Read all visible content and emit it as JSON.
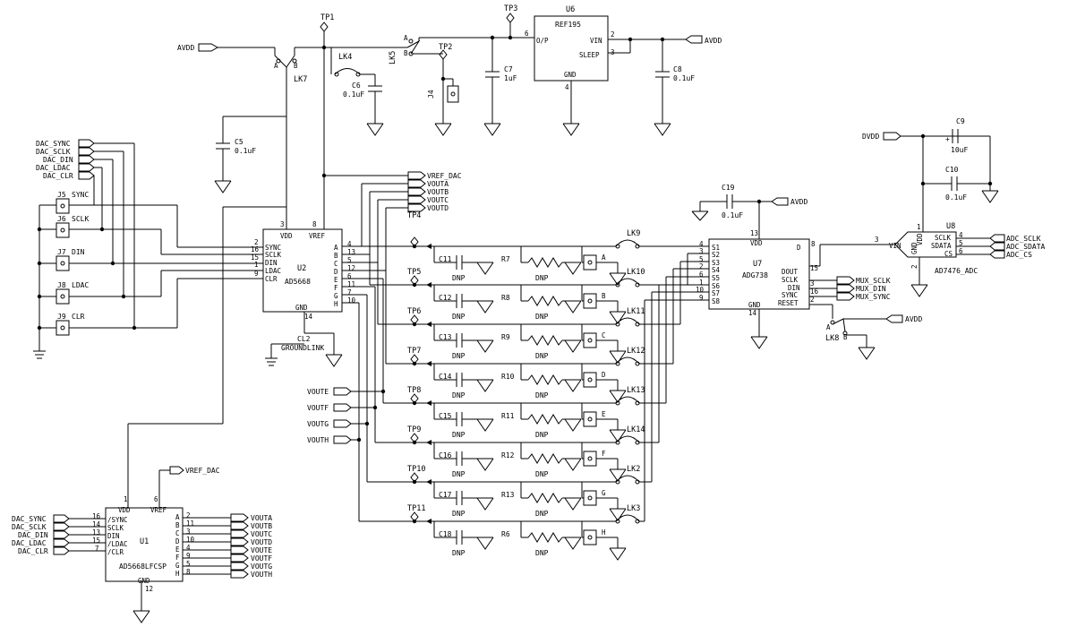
{
  "chips": {
    "u2": {
      "ref": "U2",
      "part": "AD5668",
      "pins_left": [
        "SYNC",
        "SCLK",
        "DIN",
        "LDAC",
        "CLR"
      ],
      "pin_nums_left": [
        "2",
        "16",
        "15",
        "1",
        "9"
      ],
      "pins_right": [
        "A",
        "B",
        "C",
        "D",
        "E",
        "F",
        "G",
        "H"
      ],
      "pin_nums_right": [
        "4",
        "13",
        "5",
        "12",
        "6",
        "11",
        "7",
        "10"
      ],
      "vdd": "VDD",
      "vdd_num": "3",
      "vref": "VREF",
      "vref_num": "8",
      "gnd": "GND",
      "gnd_num": "14"
    },
    "u1": {
      "ref": "U1",
      "part": "AD5668LFCSP",
      "pins_left": [
        "/SYNC",
        "SCLK",
        "DIN",
        "/LDAC",
        "/CLR"
      ],
      "pin_nums_left": [
        "16",
        "14",
        "13",
        "15",
        "7"
      ],
      "pins_right": [
        "A",
        "B",
        "C",
        "D",
        "E",
        "F",
        "G",
        "H"
      ],
      "pin_nums_right": [
        "2",
        "11",
        "3",
        "10",
        "4",
        "9",
        "5",
        "8"
      ],
      "vdd": "VDD",
      "vdd_num": "1",
      "vref": "VREF",
      "vref_num": "6",
      "gnd": "GND",
      "gnd_num": "12"
    },
    "u7": {
      "ref": "U7",
      "part": "ADG738",
      "pins_left": [
        "S1",
        "S2",
        "S3",
        "S4",
        "S5",
        "S6",
        "S7",
        "S8"
      ],
      "pin_nums_left": [
        "4",
        "3",
        "5",
        "2",
        "6",
        "1",
        "10",
        "9"
      ],
      "vdd": "VDD",
      "vdd_num": "13",
      "d": "D",
      "d_num": "8",
      "dout": "DOUT",
      "dout_num": "15",
      "sclk": "SCLK",
      "sclk_num": "3",
      "din": "DIN",
      "din_num": "16",
      "sync": "SYNC",
      "sync_num": "2",
      "reset": "RESET",
      "gnd": "GND",
      "gnd_num": "14"
    },
    "u6": {
      "ref": "U6",
      "part": "REF195",
      "op": "O/P",
      "op_num": "6",
      "vin": "VIN",
      "vin_num": "2",
      "sleep": "SLEEP",
      "sleep_num": "3",
      "gnd": "GND",
      "gnd_num": "4"
    },
    "u8": {
      "ref": "U8",
      "part": "AD7476_ADC",
      "vin": "VIN",
      "vin_num": "3",
      "vdd": "VDD",
      "vdd_num": "1",
      "gnd": "GND",
      "gnd_num": "2",
      "sclk": "SCLK",
      "sclk_num": "4",
      "sdata": "SDATA",
      "sdata_num": "5",
      "cs": "CS",
      "cs_num": "6"
    }
  },
  "nets": {
    "avdd": "AVDD",
    "dvdd": "DVDD",
    "vref_dac": "VREF_DAC",
    "vout": [
      "VOUTA",
      "VOUTB",
      "VOUTC",
      "VOUTD",
      "VOUTE",
      "VOUTF",
      "VOUTG",
      "VOUTH"
    ],
    "dac_in": [
      "DAC_SYNC",
      "DAC_SCLK",
      "DAC_DIN",
      "DAC_LDAC",
      "DAC_CLR"
    ],
    "mux": [
      "MUX_SCLK",
      "MUX_DIN",
      "MUX_SYNC"
    ],
    "adc": [
      "ADC_SCLK",
      "ADC_SDATA",
      "ADC_CS"
    ]
  },
  "jumpers": {
    "j5": "J5",
    "j5_label": "SYNC",
    "j6": "J6",
    "j6_label": "SCLK",
    "j7": "J7",
    "j7_label": "DIN",
    "j8": "J8",
    "j8_label": "LDAC",
    "j9": "J9",
    "j9_label": "CLR",
    "j4": "J4"
  },
  "links": {
    "lk7": "LK7",
    "lk7_a": "A",
    "lk7_b": "B",
    "lk4": "LK4",
    "lk5": "LK5",
    "lk5_a": "A",
    "lk5_b": "B",
    "lk8": "LK8",
    "lk8_a": "A",
    "lk8_b": "B",
    "channel": [
      "LK9",
      "LK10",
      "LK11",
      "LK12",
      "LK13",
      "LK14",
      "LK2",
      "LK3"
    ]
  },
  "tps": {
    "tp1": "TP1",
    "tp2": "TP2",
    "tp3": "TP3",
    "channel": [
      "TP4",
      "TP5",
      "TP6",
      "TP7",
      "TP8",
      "TP9",
      "TP10",
      "TP11"
    ]
  },
  "caps": {
    "c5": "C5",
    "c5_v": "0.1uF",
    "c6": "C6",
    "c6_v": "0.1uF",
    "c7": "C7",
    "c7_v": "1uF",
    "c8": "C8",
    "c8_v": "0.1uF",
    "c9": "C9",
    "c9_v": "10uF",
    "c9_plus": "+",
    "c10": "C10",
    "c10_v": "0.1uF",
    "c19": "C19",
    "c19_v": "0.1uF",
    "channel": [
      "C11",
      "C12",
      "C13",
      "C14",
      "C15",
      "C16",
      "C17",
      "C18"
    ],
    "dnp": "DNP"
  },
  "res": {
    "channel": [
      "R7",
      "R8",
      "R9",
      "R10",
      "R11",
      "R12",
      "R13",
      "R6"
    ]
  },
  "ch_letters": [
    "A",
    "B",
    "C",
    "D",
    "E",
    "F",
    "G",
    "H"
  ],
  "misc": {
    "cl2": "CL2",
    "groundlink": "GROUNDLINK"
  }
}
